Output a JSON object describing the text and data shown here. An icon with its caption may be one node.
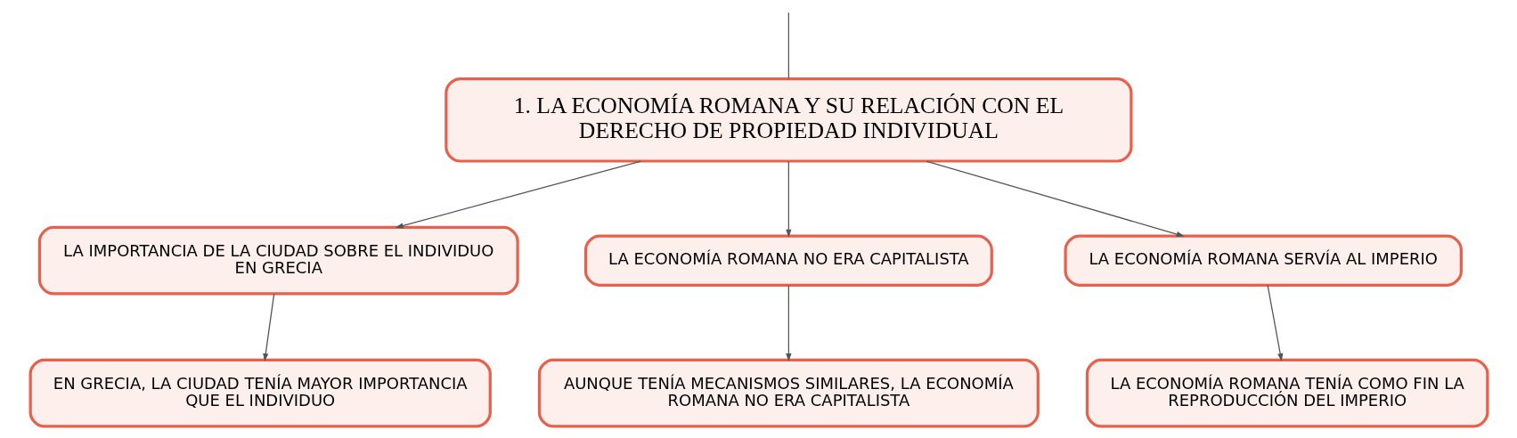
{
  "diagram": {
    "nodes": [
      {
        "text": [
          "1. LA ECONOMÍA ROMANA Y SU RELACIÓN CON EL DERECHO DE PROPIEDAD INDIVIDUAL"
        ]
      },
      {
        "text": [
          "LA IMPORTANCIA DE LA CIUDAD SOBRE EL INDIVIDUO EN GRECIA"
        ]
      },
      {
        "text": [
          "LA ECONOMÍA ROMANA NO ERA CAPITALISTA"
        ]
      },
      {
        "text": [
          "LA ECONOMÍA ROMANA SERVÍA AL IMPERIO"
        ]
      },
      {
        "text": [
          "EN GRECIA, LA CIUDAD TENÍA MAYOR IMPORTANCIA QUE EL INDIVIDUO"
        ]
      },
      {
        "text": [
          "AUNQUE TENÍA MECANISMOS SIMILARES, LA ECONOMÍA ROMANA NO ERA CAPITALISTA"
        ]
      },
      {
        "text": [
          "LA ECONOMÍA ROMANA TENÍA COMO FIN LA REPRODUCCIÓN DEL IMPERIO"
        ]
      }
    ],
    "edges": [
      {
        "from": null,
        "to": 0,
        "arrow": "none"
      },
      {
        "from": 0,
        "to": 1,
        "arrow": "to"
      },
      {
        "from": 0,
        "to": 2,
        "arrow": "to"
      },
      {
        "from": 0,
        "to": 3,
        "arrow": "to"
      },
      {
        "from": 1,
        "to": 4,
        "arrow": "to"
      },
      {
        "from": 2,
        "to": 5,
        "arrow": "to"
      },
      {
        "from": 3,
        "to": 6,
        "arrow": "to"
      }
    ]
  }
}
